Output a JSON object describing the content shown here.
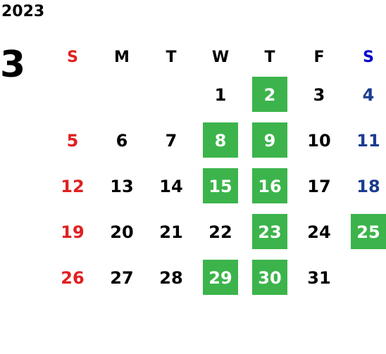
{
  "header": {
    "year": "2023",
    "month": "3"
  },
  "weekdays": [
    "S",
    "M",
    "T",
    "W",
    "T",
    "F",
    "S"
  ],
  "colors": {
    "sunday": "#e02020",
    "saturday": "#1a3d8f",
    "saturday_header": "#0000cc",
    "highlight": "#3cb44b"
  },
  "weeks": [
    [
      "",
      "",
      "",
      "1",
      "2",
      "3",
      "4"
    ],
    [
      "5",
      "6",
      "7",
      "8",
      "9",
      "10",
      "11"
    ],
    [
      "12",
      "13",
      "14",
      "15",
      "16",
      "17",
      "18"
    ],
    [
      "19",
      "20",
      "21",
      "22",
      "23",
      "24",
      "25"
    ],
    [
      "26",
      "27",
      "28",
      "29",
      "30",
      "31",
      ""
    ]
  ],
  "highlighted_days": [
    "2",
    "8",
    "9",
    "15",
    "16",
    "23",
    "25",
    "29",
    "30"
  ]
}
